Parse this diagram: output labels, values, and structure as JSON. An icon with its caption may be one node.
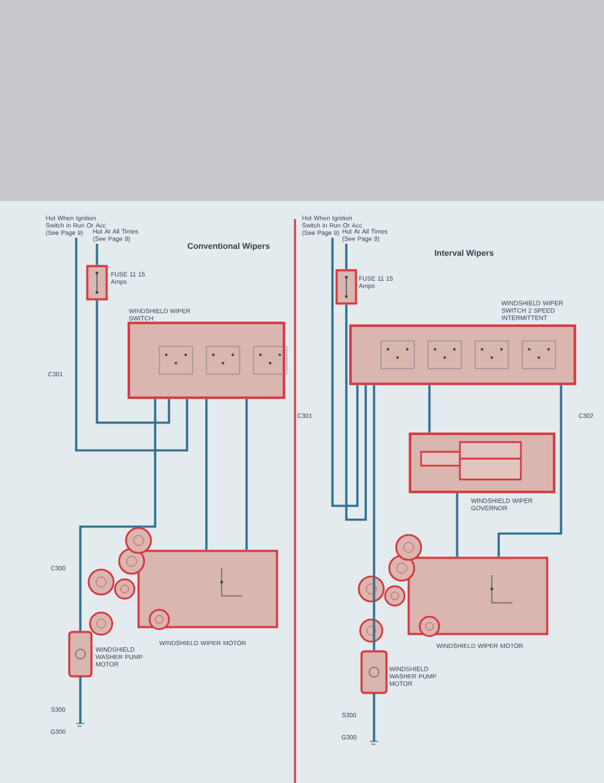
{
  "diagram": {
    "nodes": [
      {
        "text": [
          "Hot When Ignition Switch in Run Or Acc (See Page 9)"
        ]
      },
      {
        "text": [
          "Hot At All Times (See Page 9)"
        ]
      },
      {
        "text": [],
        "shape": "box",
        "beside": [
          "FUSE 11 15 Amps"
        ]
      },
      {
        "text": [
          "WINDSHIELD WIPER SWITCH"
        ]
      },
      {
        "text": [
          "WINDSHIELD WIPER MOTOR"
        ]
      },
      {
        "text": [
          "WINDSHIELD WASHER PUMP MOTOR"
        ]
      },
      {
        "text": [
          "Hot When Ignition Switch in Run Or Acc (See Page 9)"
        ]
      },
      {
        "text": [
          "Hot At All Times (See Page 9)"
        ]
      },
      {
        "text": [],
        "shape": "box",
        "beside": [
          "FUSE 11 15 Amps"
        ]
      },
      {
        "text": [
          "WINDSHIELD WIPER SWITCH 2 SPEED INTERMITTENT"
        ]
      },
      {
        "text": [
          "WINDSHIELD WIPER GOVERNOR"
        ]
      },
      {
        "text": [
          "WINDSHIELD WIPER MOTOR"
        ]
      },
      {
        "text": [
          "WINDSHIELD WASHER PUMP MOTOR"
        ]
      }
    ],
    "edges": [
      {
        "from": 0,
        "to": 3,
        "arrow": "none"
      },
      {
        "from": 1,
        "to": 2,
        "arrow": "none"
      },
      {
        "from": 2,
        "to": 3,
        "arrow": "none"
      },
      {
        "from": 3,
        "to": 4,
        "arrow": "none"
      },
      {
        "from": 3,
        "to": 4,
        "arrow": "none"
      },
      {
        "from": 3,
        "to": 5,
        "arrow": "none"
      },
      {
        "from": 6,
        "to": 9,
        "arrow": "none"
      },
      {
        "from": 7,
        "to": 8,
        "arrow": "none"
      },
      {
        "from": 8,
        "to": 9,
        "arrow": "none"
      },
      {
        "from": 9,
        "to": 10,
        "arrow": "none"
      },
      {
        "from": 10,
        "to": 11,
        "arrow": "none"
      },
      {
        "from": 9,
        "to": 11,
        "arrow": "none"
      },
      {
        "from": 9,
        "to": 12,
        "arrow": "none"
      }
    ],
    "labels": [
      "Conventional Wipers",
      "Interval Wipers",
      "C301",
      "C300",
      "S300",
      "G300",
      "C301",
      "C302",
      "S300",
      "G300"
    ]
  }
}
